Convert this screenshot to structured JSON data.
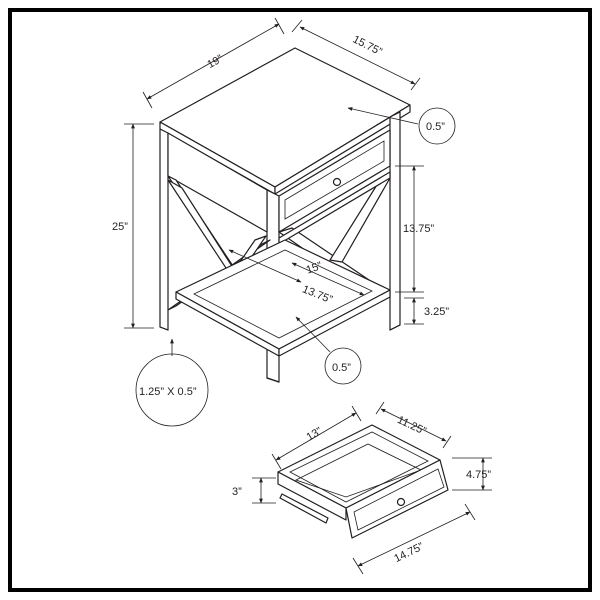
{
  "dimensions": {
    "table_width": "19”",
    "table_depth": "15.75”",
    "top_thickness": "0.5”",
    "table_height": "25”",
    "drawer_section_height": "13.75”",
    "shelf_width": "15”",
    "shelf_depth": "13.75”",
    "shelf_clearance": "3.25”",
    "shelf_thickness": "0.5”",
    "leg_size": "1.25” X 0.5”",
    "drawer_width": "13”",
    "drawer_depth": "11.25”",
    "drawer_inner_height": "3”",
    "drawer_front_height": "4.75”",
    "drawer_front_width": "14.75”"
  },
  "colors": {
    "line": "#231f20",
    "border": "#000000",
    "background": "#ffffff"
  }
}
